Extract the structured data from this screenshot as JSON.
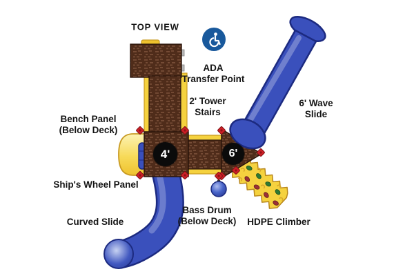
{
  "diagram": {
    "title": "TOP VIEW",
    "labels": {
      "top_view": "TOP VIEW",
      "ada_transfer": "ADA\nTransfer Point",
      "tower_stairs": "2' Tower\nStairs",
      "wave_slide": "6' Wave\nSlide",
      "bench_panel": "Bench Panel\n(Below Deck)",
      "ships_wheel": "Ship's Wheel Panel",
      "curved_slide": "Curved Slide",
      "bass_drum": "Bass Drum\n(Below Deck)",
      "hdpe_climber": "HDPE Climber"
    },
    "deck_badges": [
      {
        "id": "deck-4ft",
        "label": "4'"
      },
      {
        "id": "deck-6ft",
        "label": "6'"
      }
    ],
    "icons": {
      "ada": "accessibility-wheelchair-icon"
    },
    "colors": {
      "background": "#ffffff",
      "deck_brown": "#4f2c1a",
      "deck_texture": "#7d513a",
      "deck_border": "#2a140a",
      "slide_blue": "#3a50bc",
      "slide_outline": "#1c2a80",
      "panel_yellow": "#f5d23f",
      "panel_yellow_light": "#fcf3b4",
      "yellow_edge": "#c89a22",
      "clamp_red": "#ce2027",
      "ada_blue": "#19599c",
      "hold_green": "#2f7a33",
      "hold_red": "#9b3136",
      "badge_black": "#0b0b0b",
      "text_black": "#141414"
    }
  }
}
